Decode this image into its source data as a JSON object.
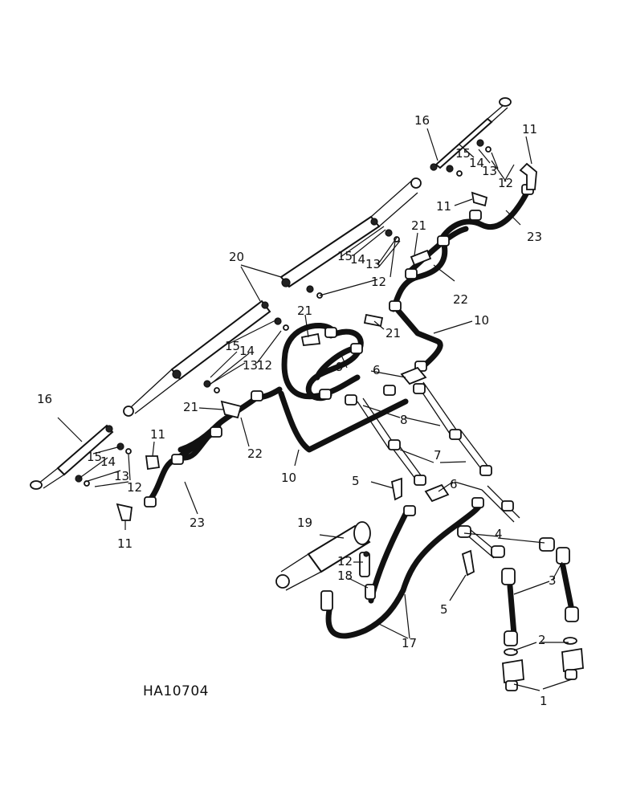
{
  "drawing_code": "HA10704",
  "callouts": {
    "c1": "1",
    "c2": "2",
    "c3": "3",
    "c4": "4",
    "c5a": "5",
    "c5b": "5",
    "c6a": "6",
    "c6b": "6",
    "c7": "7",
    "c8": "8",
    "c9": "9",
    "c10a": "10",
    "c10b": "10",
    "c11a": "11",
    "c11b": "11",
    "c11c": "11",
    "c11d": "11",
    "c12a": "12",
    "c12b": "12",
    "c12c": "12",
    "c12d": "12",
    "c12e": "12",
    "c13a": "13",
    "c13b": "13",
    "c13c": "13",
    "c13d": "13",
    "c14a": "14",
    "c14b": "14",
    "c14c": "14",
    "c14d": "14",
    "c15a": "15",
    "c15b": "15",
    "c15c": "15",
    "c15d": "15",
    "c16a": "16",
    "c16b": "16",
    "c17": "17",
    "c18": "18",
    "c19": "19",
    "c20": "20",
    "c21a": "21",
    "c21b": "21",
    "c21c": "21",
    "c21d": "21",
    "c22a": "22",
    "c22b": "22",
    "c23a": "23",
    "c23b": "23"
  }
}
